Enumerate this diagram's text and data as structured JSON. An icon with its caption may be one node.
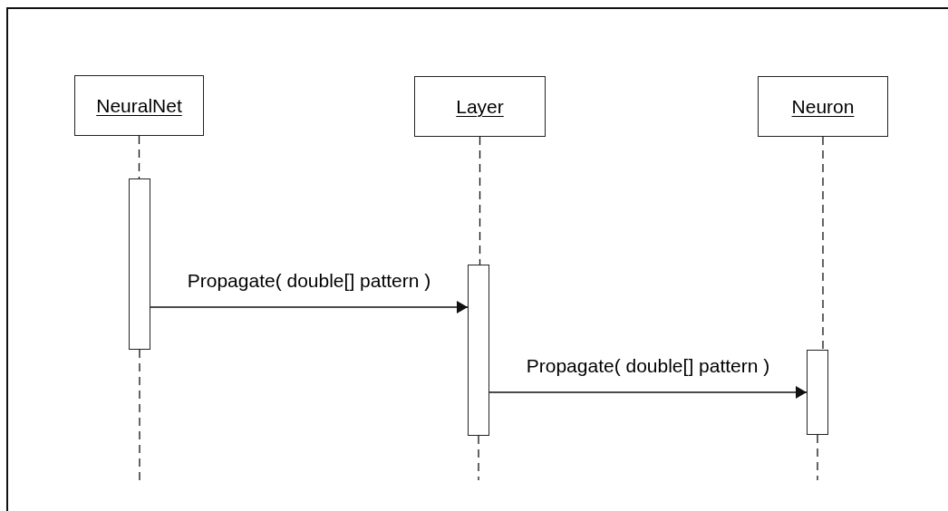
{
  "diagram": {
    "nodes": [
      {
        "text": [
          "NeuralNet"
        ]
      },
      {
        "text": [
          "Layer"
        ]
      },
      {
        "text": [
          "Neuron"
        ]
      },
      {
        "text": [],
        "shape": "bar"
      },
      {
        "text": [],
        "shape": "bar"
      },
      {
        "text": [],
        "shape": "bar"
      }
    ],
    "edges": [
      {
        "from": 0,
        "to": 3,
        "arrow": "none",
        "style": "dashed"
      },
      {
        "from": 3,
        "to": null,
        "arrow": "none",
        "style": "dashed"
      },
      {
        "from": 1,
        "to": 4,
        "arrow": "none",
        "style": "dashed"
      },
      {
        "from": 4,
        "to": null,
        "arrow": "none",
        "style": "dashed"
      },
      {
        "from": 2,
        "to": 5,
        "arrow": "none",
        "style": "dashed"
      },
      {
        "from": 5,
        "to": null,
        "arrow": "none",
        "style": "dashed"
      },
      {
        "from": 3,
        "to": 4,
        "arrow": "to",
        "label": "Propagate( double[] pattern )"
      },
      {
        "from": 4,
        "to": 5,
        "arrow": "to",
        "label": "Propagate( double[] pattern )"
      }
    ]
  }
}
